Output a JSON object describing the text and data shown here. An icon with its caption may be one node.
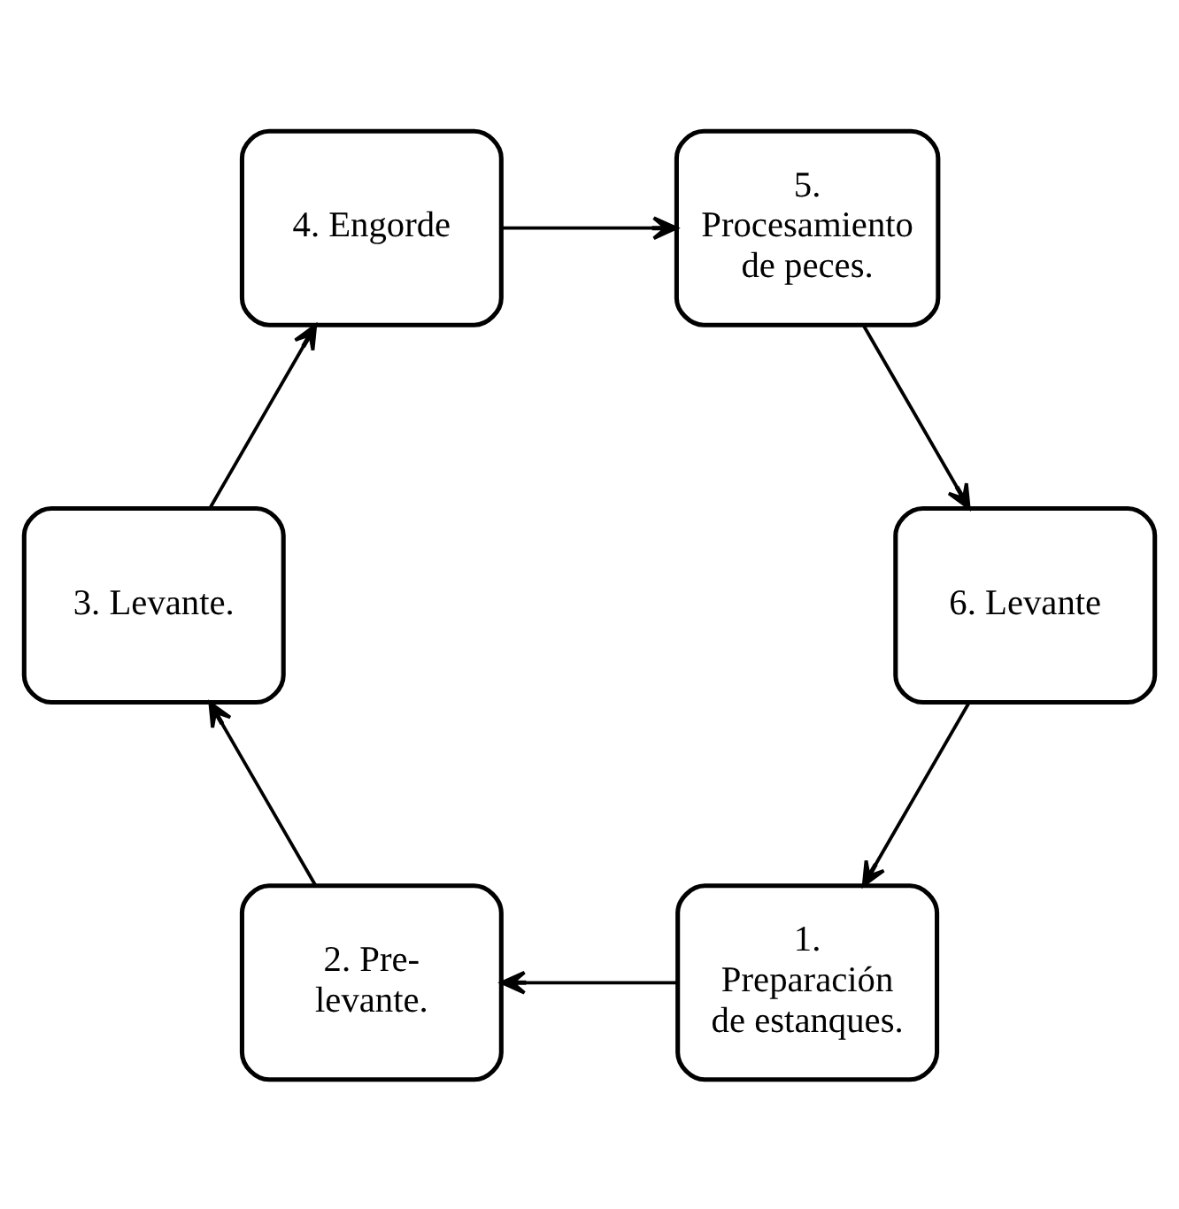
{
  "diagram": {
    "nodes": [
      {
        "text": [
          "1. Preparación de estanques."
        ]
      },
      {
        "text": [
          "2. Pre-levante."
        ]
      },
      {
        "text": [
          "3. Levante."
        ]
      },
      {
        "text": [
          "4. Engorde"
        ]
      },
      {
        "text": [
          "5. Procesamiento de peces."
        ]
      },
      {
        "text": [
          "6. Levante"
        ]
      }
    ],
    "edges": [
      {
        "from": 0,
        "to": 1,
        "arrow": "to"
      },
      {
        "from": 1,
        "to": 2,
        "arrow": "to"
      },
      {
        "from": 2,
        "to": 3,
        "arrow": "to"
      },
      {
        "from": 3,
        "to": 4,
        "arrow": "to"
      },
      {
        "from": 4,
        "to": 5,
        "arrow": "to"
      },
      {
        "from": 5,
        "to": 0,
        "arrow": "to"
      }
    ]
  }
}
